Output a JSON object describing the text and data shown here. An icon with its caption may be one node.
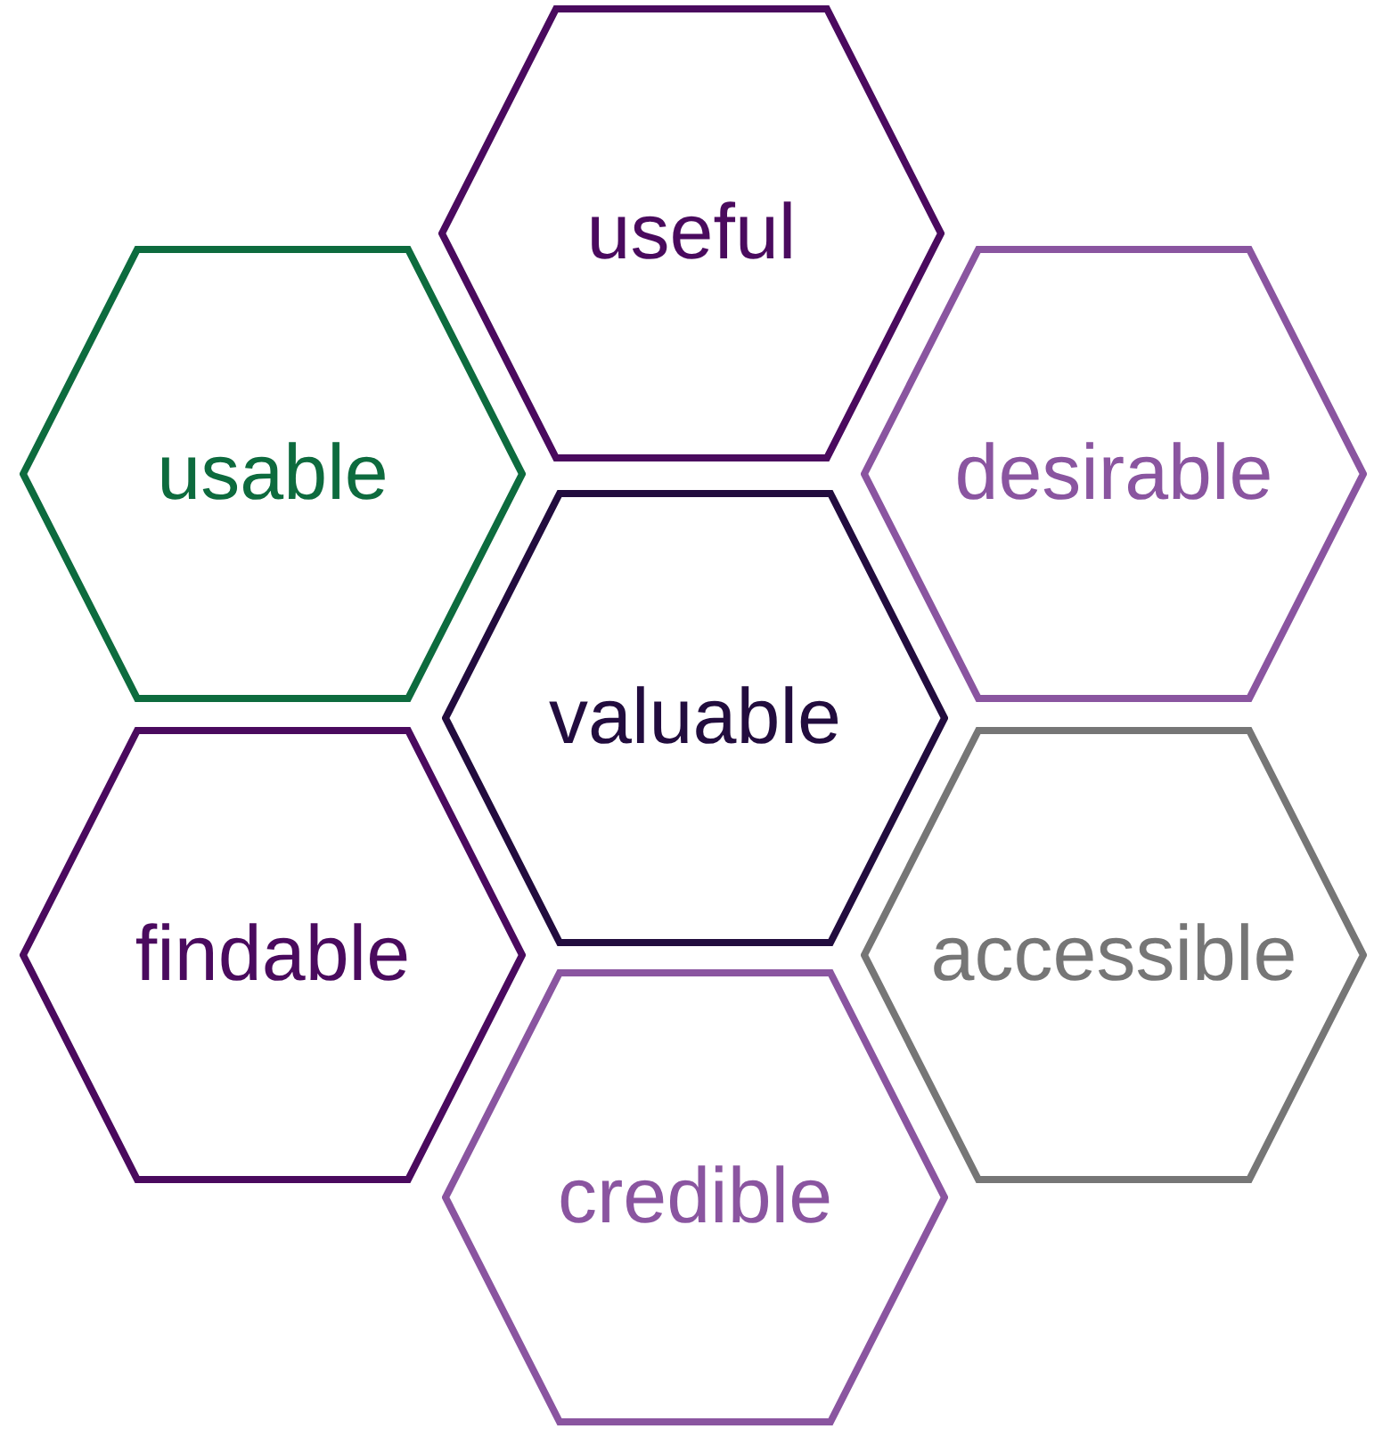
{
  "diagram": {
    "nodes": [
      {
        "text": [
          "useful"
        ]
      },
      {
        "text": [
          "usable"
        ]
      },
      {
        "text": [
          "desirable"
        ]
      },
      {
        "text": [
          "valuable"
        ]
      },
      {
        "text": [
          "findable"
        ]
      },
      {
        "text": [
          "accessible"
        ]
      },
      {
        "text": [
          "credible"
        ]
      }
    ]
  }
}
